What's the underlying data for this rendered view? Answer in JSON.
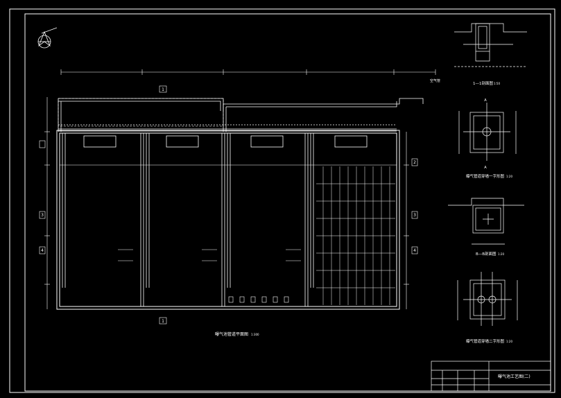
{
  "drawing": {
    "main_plan_title": "曝气池管道平面图",
    "main_plan_scale": "1:300",
    "section_1_title": "1—1剖面图",
    "section_1_scale": "1:50",
    "detail_a_title": "曝气管道穿墙一字形图",
    "detail_a_scale": "1:20",
    "section_b_title": "B—B剖面图",
    "section_b_scale": "1:20",
    "detail_c_title": "曝气管道穿墙二字形图",
    "detail_c_scale": "1:20",
    "title_block_name": "曝气池工艺图(二)",
    "cut_marker": "1",
    "axis_labels": [
      "2",
      "3",
      "4"
    ],
    "detail_a_mark": "A",
    "pipe_note": "空气管"
  },
  "colors": {
    "background": "#000000",
    "line": "#ffffff"
  }
}
